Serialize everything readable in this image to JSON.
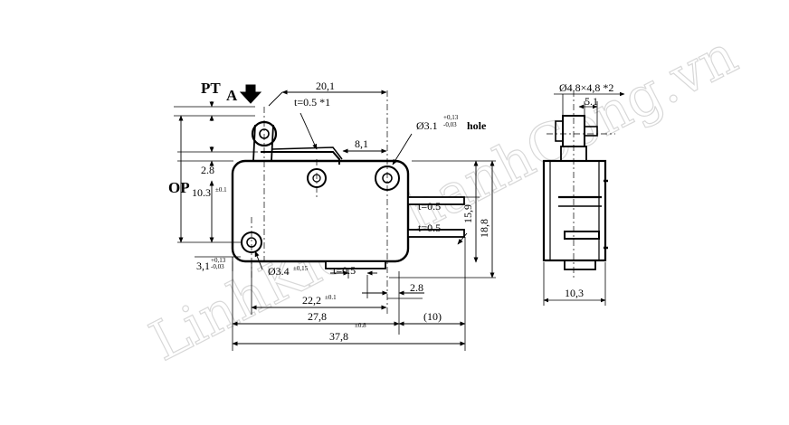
{
  "watermark": "LinhKienThanhCong.vn",
  "front_view": {
    "labels": {
      "pt": "PT",
      "a": "A",
      "op": "OP"
    },
    "dims": {
      "d20_1": "20,1",
      "thick_top": "t=0.5 *1",
      "d8_1": "8,1",
      "hole": "Ø3.1",
      "hole_tol_plus": "+0,13",
      "hole_tol_minus": "-0,03",
      "hole_word": "hole",
      "d2_8_left": "2.8",
      "d10_3": "10.3",
      "d10_3_tol": "±0.1",
      "t05_a": "t=0.5",
      "t05_b": "t=0.5",
      "d15_9": "15,9",
      "d18_8": "18,8",
      "d3_1": "3,1",
      "d3_1_tol_plus": "+0,13",
      "d3_1_tol_minus": "-0,03",
      "d3_4": "Ø3.4",
      "d3_4_tol": "±0,15",
      "t05_bottom": "t=0.5",
      "d2_8_right": "2.8",
      "d22_2": "22,2",
      "d22_2_tol": "±0.1",
      "d27_8": "27,8",
      "d27_8_tol": "±0.8",
      "d10_paren": "(10)",
      "d37_8": "37,8"
    }
  },
  "side_view": {
    "dims": {
      "d4_8": "Ø4.8×4,8 *2",
      "d5_1": "5.1",
      "d10_3": "10,3"
    }
  }
}
